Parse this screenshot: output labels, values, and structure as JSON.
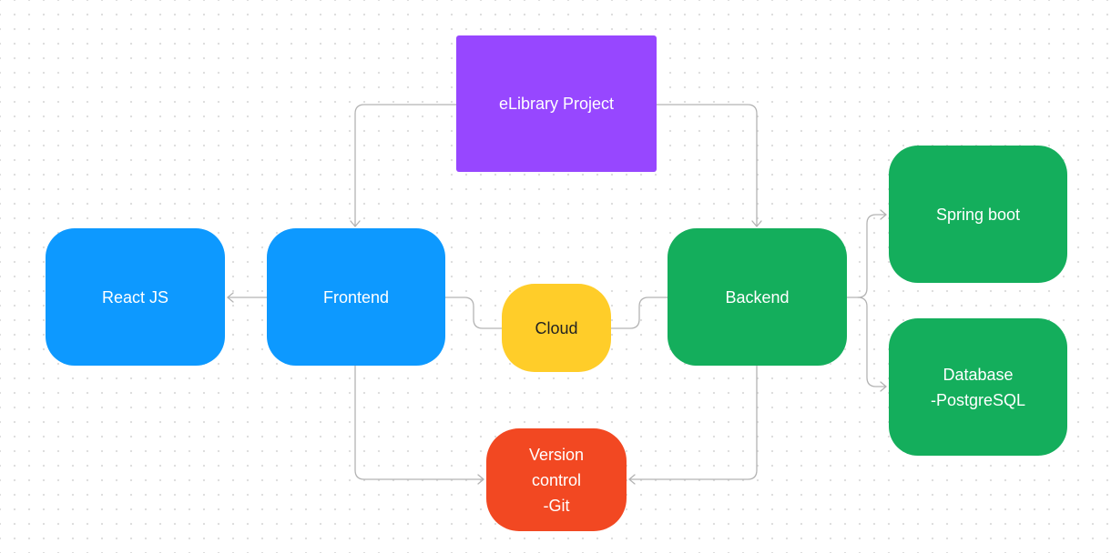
{
  "nodes": {
    "project": {
      "label": "eLibrary Project",
      "color": "#9747FF"
    },
    "react": {
      "label": "React JS",
      "color": "#0D99FF"
    },
    "frontend": {
      "label": "Frontend",
      "color": "#0D99FF"
    },
    "cloud": {
      "label": "Cloud",
      "color": "#FFCD29"
    },
    "backend": {
      "label": "Backend",
      "color": "#14AE5C"
    },
    "spring": {
      "label": "Spring boot",
      "color": "#14AE5C"
    },
    "database": {
      "label": "Database\n-PostgreSQL",
      "color": "#14AE5C"
    },
    "version": {
      "label": "Version\ncontrol\n-Git",
      "color": "#F24822"
    }
  },
  "connector_color": "#B3B3B3",
  "edges": [
    {
      "from": "eLibrary Project",
      "to": "Frontend",
      "arrow": true
    },
    {
      "from": "eLibrary Project",
      "to": "Backend",
      "arrow": true
    },
    {
      "from": "Frontend",
      "to": "React JS",
      "arrow": true
    },
    {
      "from": "Frontend",
      "to": "Cloud",
      "arrow": false
    },
    {
      "from": "Backend",
      "to": "Cloud",
      "arrow": false
    },
    {
      "from": "Backend",
      "to": "Spring boot",
      "arrow": true
    },
    {
      "from": "Backend",
      "to": "Database -PostgreSQL",
      "arrow": true
    },
    {
      "from": "Frontend",
      "to": "Version control -Git",
      "arrow": true
    },
    {
      "from": "Backend",
      "to": "Version control -Git",
      "arrow": true
    }
  ]
}
